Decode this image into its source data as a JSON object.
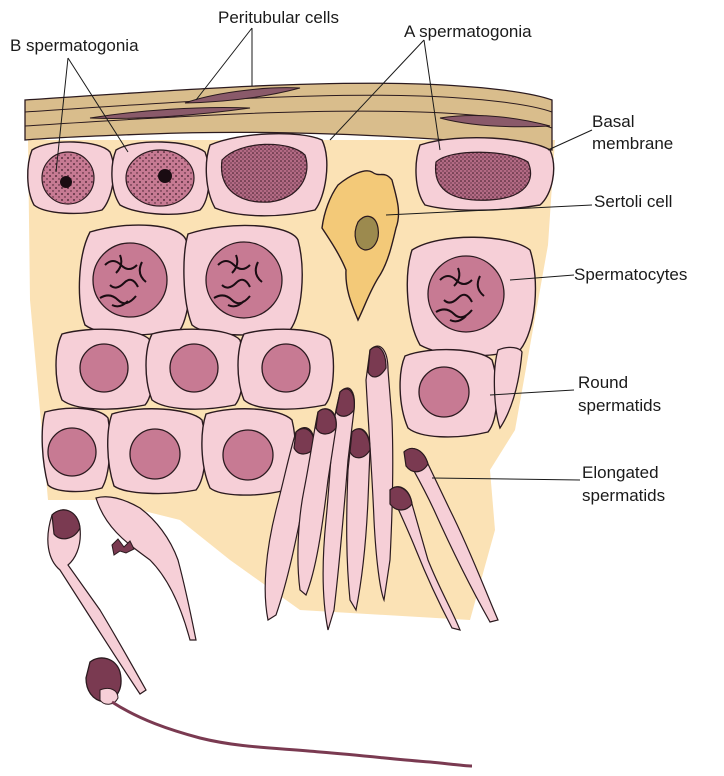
{
  "labels": {
    "b_spermatogonia": "B spermatogonia",
    "peritubular_cells": "Peritubular cells",
    "a_spermatogonia": "A spermatogonia",
    "basal_membrane_1": "Basal",
    "basal_membrane_2": "membrane",
    "sertoli_cell": "Sertoli cell",
    "spermatocytes": "Spermatocytes",
    "round_spermatids_1": "Round",
    "round_spermatids_2": "spermatids",
    "elongated_spermatids_1": "Elongated",
    "elongated_spermatids_2": "spermatids"
  },
  "colors": {
    "background": "#ffffff",
    "sertoli_cytoplasm": "#fbe2b5",
    "cell_body": "#f6cfd7",
    "nucleus": "#c77a93",
    "dark_head": "#7a3a51",
    "outline": "#2b1a1f",
    "membrane_tan": "#d9bd8c",
    "membrane_dark": "#8a5a6a",
    "sertoli_cell": "#f3c978",
    "sertoli_nucleus": "#9c8a4e"
  }
}
